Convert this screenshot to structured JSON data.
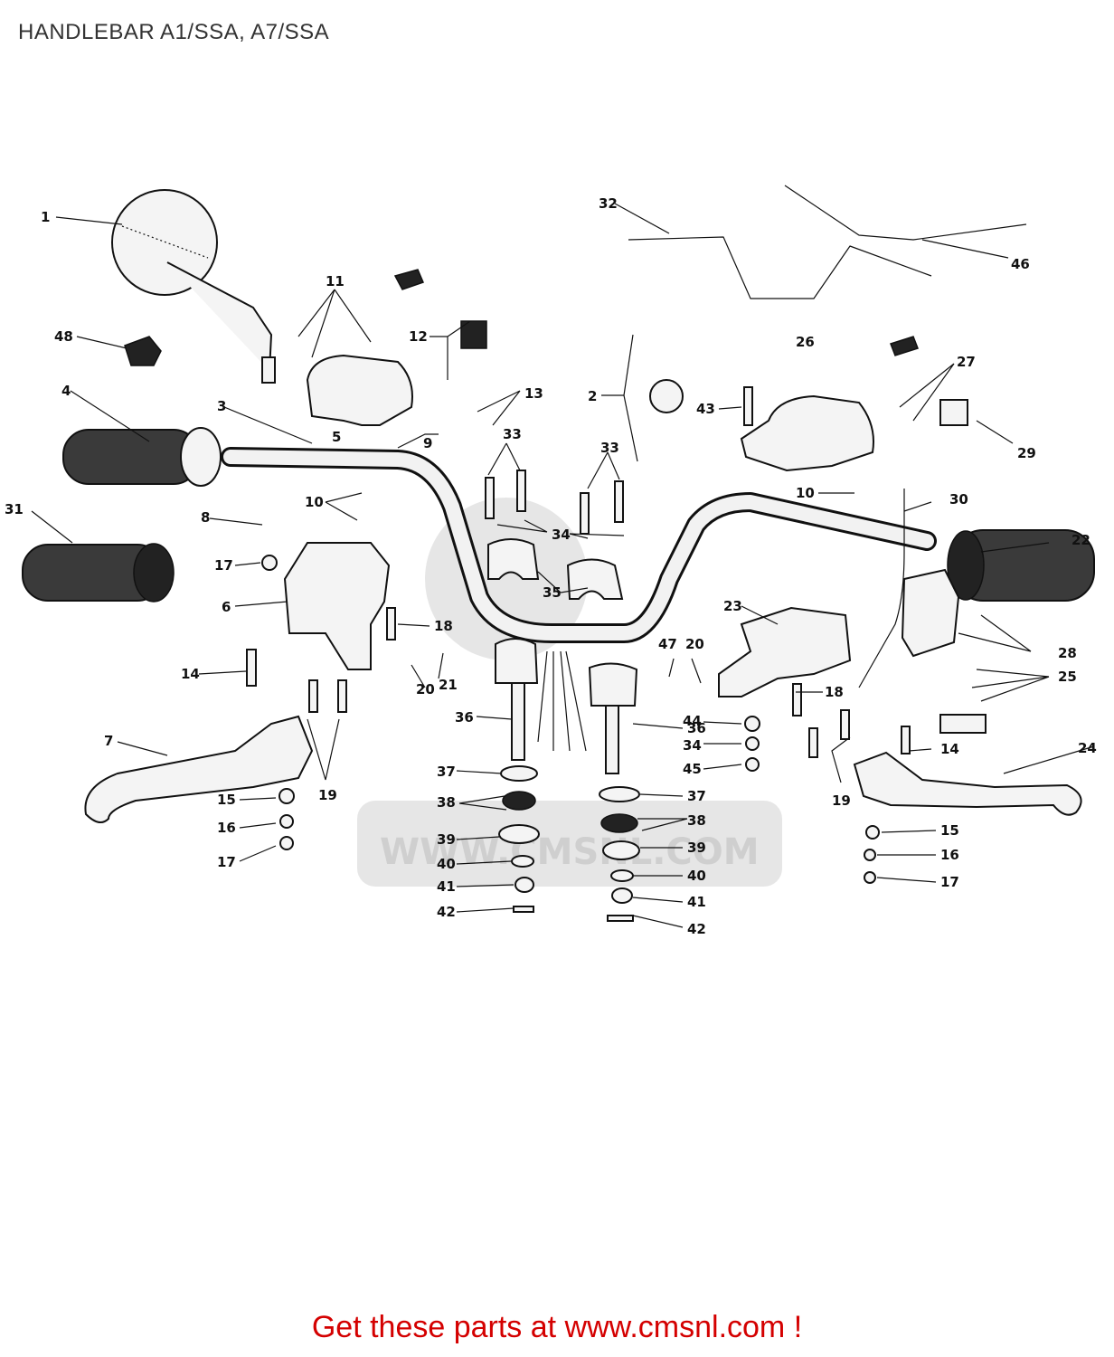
{
  "title": "HANDLEBAR A1/SSA, A7/SSA",
  "footer": "Get these parts at www.cmsnl.com !",
  "watermark": "WWW.CMSNL.COM",
  "colors": {
    "footer": "#d40000",
    "title": "#333333",
    "ink": "#111111"
  },
  "labels": {
    "l1": "1",
    "l2": "2",
    "l3": "3",
    "l4": "4",
    "l5": "5",
    "l6": "6",
    "l7": "7",
    "l8": "8",
    "l9": "9",
    "l10a": "10",
    "l10b": "10",
    "l11": "11",
    "l12": "12",
    "l13": "13",
    "l14a": "14",
    "l14b": "14",
    "l15a": "15",
    "l15b": "15",
    "l16a": "16",
    "l16b": "16",
    "l17a": "17",
    "l17b": "17",
    "l17c": "17",
    "l18a": "18",
    "l18b": "18",
    "l19a": "19",
    "l19b": "19",
    "l20a": "20",
    "l20b": "20",
    "l21": "21",
    "l22": "22",
    "l23": "23",
    "l24": "24",
    "l25": "25",
    "l26": "26",
    "l27": "27",
    "l28": "28",
    "l29": "29",
    "l30": "30",
    "l31": "31",
    "l32": "32",
    "l33a": "33",
    "l33b": "33",
    "l34a": "34",
    "l34b": "34",
    "l35": "35",
    "l36a": "36",
    "l36b": "36",
    "l37a": "37",
    "l37b": "37",
    "l38a": "38",
    "l38b": "38",
    "l39a": "39",
    "l39b": "39",
    "l40a": "40",
    "l40b": "40",
    "l41a": "41",
    "l41b": "41",
    "l42a": "42",
    "l42b": "42",
    "l43": "43",
    "l44": "44",
    "l45": "45",
    "l46": "46",
    "l47": "47",
    "l48": "48"
  }
}
